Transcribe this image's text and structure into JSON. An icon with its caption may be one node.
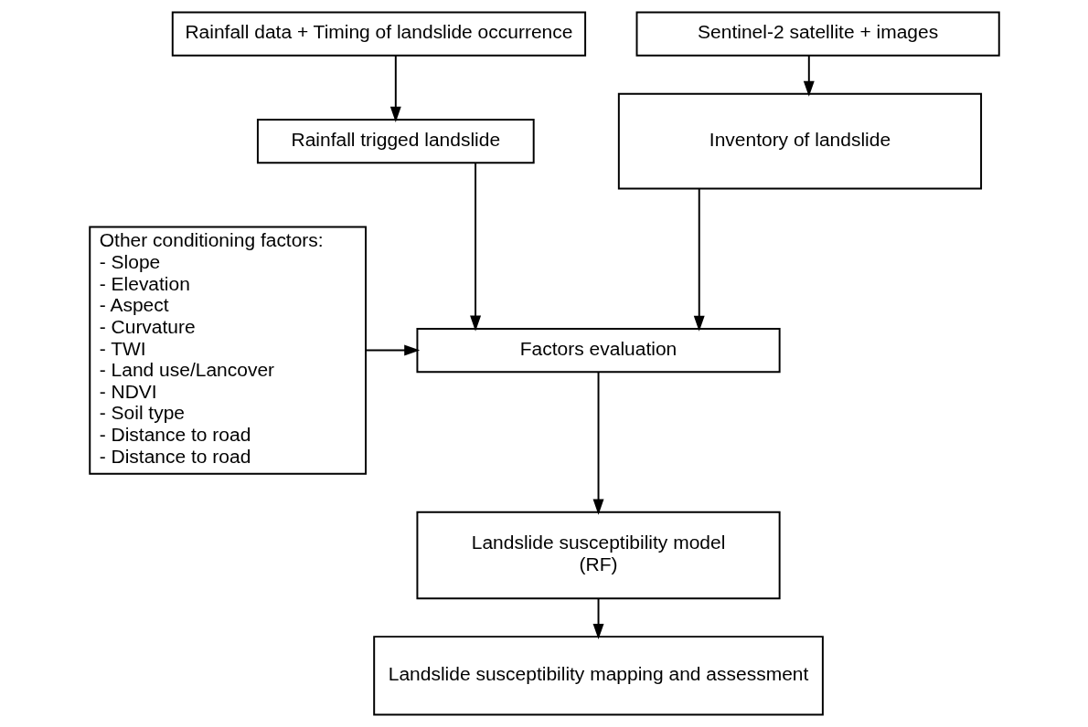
{
  "diagram": {
    "nodes": [
      {
        "text": [
          "Rainfall data + Timing of landslide occurrence"
        ]
      },
      {
        "text": [
          "Rainfall trigged landslide"
        ]
      },
      {
        "text": [
          "Other conditioning factors:",
          "- Slope",
          "- Elevation",
          "- Aspect",
          "- Curvature",
          "- TWI",
          "- Land use/Lancover",
          "- NDVI",
          "- Soil type",
          "- Distance to road",
          "- Distance to road"
        ]
      },
      {
        "text": [
          "Sentinel-2 satellite + images"
        ]
      },
      {
        "text": [
          "Inventory of landslide"
        ]
      },
      {
        "text": [
          "Factors evaluation"
        ]
      },
      {
        "text": [
          "Landslide susceptibility model",
          "(RF)"
        ]
      },
      {
        "text": [
          "Landslide susceptibility mapping and assessment"
        ]
      }
    ],
    "edges": [
      {
        "from": 0,
        "to": 1,
        "arrow": "to"
      },
      {
        "from": 1,
        "to": 5,
        "arrow": "to"
      },
      {
        "from": 2,
        "to": 5,
        "arrow": "to"
      },
      {
        "from": 3,
        "to": 4,
        "arrow": "to"
      },
      {
        "from": 4,
        "to": 5,
        "arrow": "to"
      },
      {
        "from": 5,
        "to": 6,
        "arrow": "to"
      },
      {
        "from": 6,
        "to": 7,
        "arrow": "to"
      }
    ]
  }
}
